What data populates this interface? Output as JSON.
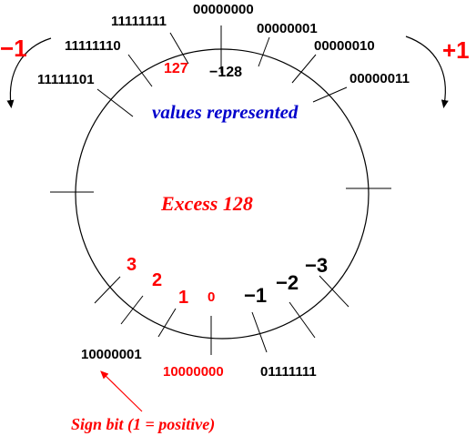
{
  "colors": {
    "red": "#ff0000",
    "blue": "#0000cc",
    "black": "#000000"
  },
  "direction_labels": {
    "left": "−1",
    "right": "+1"
  },
  "top_labels": {
    "b11111111": "11111111",
    "b00000000": "00000000",
    "b00000001": "00000001",
    "b11111110": "11111110",
    "b00000010": "00000010",
    "b11111101": "11111101",
    "b00000011": "00000011"
  },
  "top_values": {
    "v127": "127",
    "vminus128": "−128"
  },
  "inner_labels": {
    "values_represented": "values represented",
    "scheme_name": "Excess 128"
  },
  "bottom_values": {
    "v3": "3",
    "v2": "2",
    "v1": "1",
    "v0": "0",
    "vm1": "−1",
    "vm2": "−2",
    "vm3": "−3"
  },
  "bottom_labels": {
    "b10000001": "10000001",
    "b10000000": "10000000",
    "b01111111": "01111111"
  },
  "sign_bit_note": "Sign bit (1 = positive)"
}
